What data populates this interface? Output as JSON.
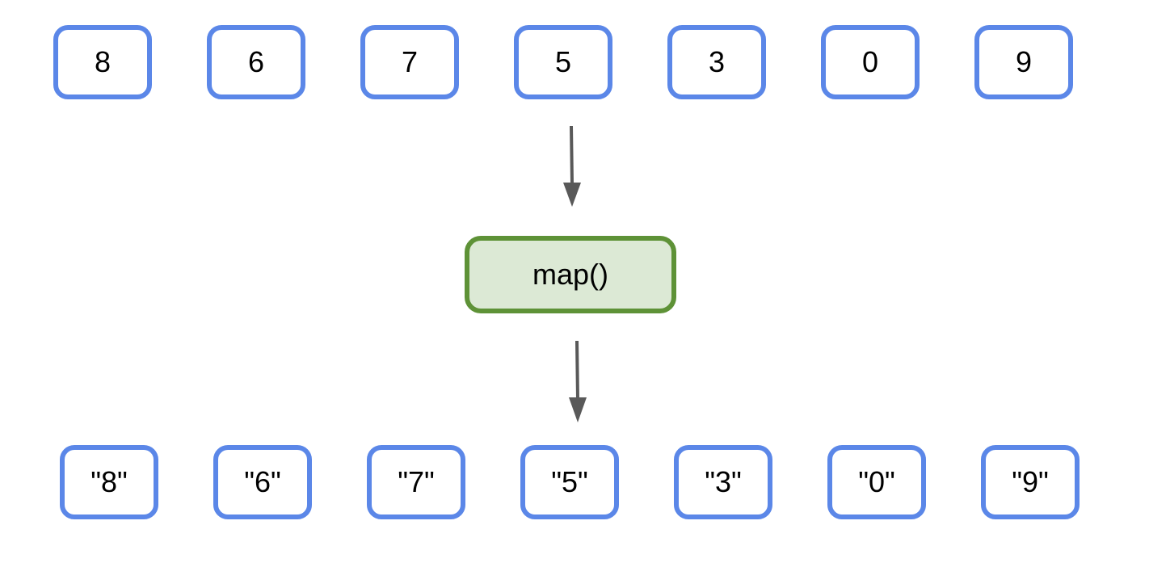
{
  "input": {
    "items": [
      "8",
      "6",
      "7",
      "5",
      "3",
      "0",
      "9"
    ]
  },
  "function": {
    "label": "map()"
  },
  "output": {
    "items": [
      "\"8\"",
      "\"6\"",
      "\"7\"",
      "\"5\"",
      "\"3\"",
      "\"0\"",
      "\"9\""
    ]
  },
  "colors": {
    "item_border": "#5b87e8",
    "function_border": "#5e9237",
    "function_fill": "#dce9d5",
    "arrow": "#595959"
  },
  "icons": [
    "arrow-down-icon",
    "arrow-down-icon"
  ]
}
